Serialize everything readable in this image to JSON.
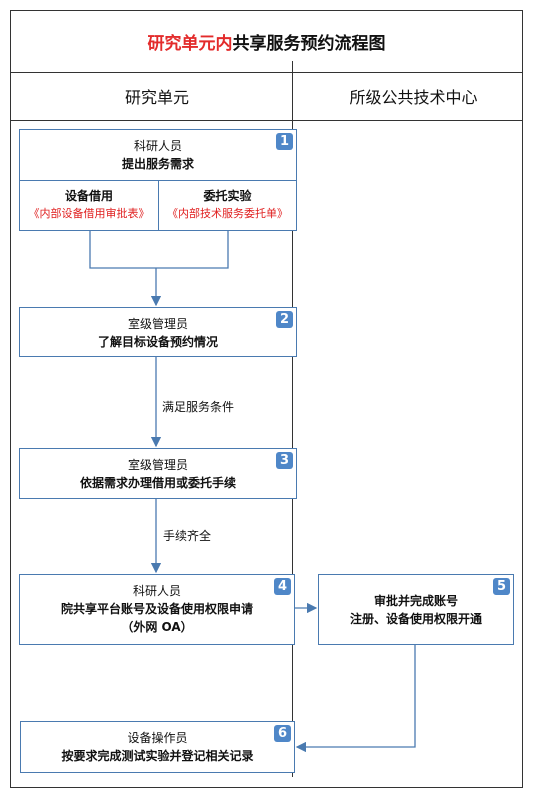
{
  "title": {
    "part1": "研究单元内",
    "part2": "共享服务预约流程图"
  },
  "lanes": {
    "left": "研究单元",
    "right": "所级公共技术中心"
  },
  "steps": [
    {
      "num": "1",
      "role": "科研人员",
      "action": "提出服务需求",
      "options": [
        {
          "name": "设备借用",
          "form": "《内部设备借用审批表》"
        },
        {
          "name": "委托实验",
          "form": "《内部技术服务委托单》"
        }
      ]
    },
    {
      "num": "2",
      "role": "室级管理员",
      "action": "了解目标设备预约情况"
    },
    {
      "num": "3",
      "role": "室级管理员",
      "action": "依据需求办理借用或委托手续"
    },
    {
      "num": "4",
      "role": "科研人员",
      "action": "院共享平台账号及设备使用权限申请",
      "note": "（外网 OA）"
    },
    {
      "num": "5",
      "line1": "审批并完成账号",
      "line2": "注册、设备使用权限开通"
    },
    {
      "num": "6",
      "role": "设备操作员",
      "action": "按要求完成测试实验并登记相关记录"
    }
  ],
  "conditions": {
    "c1": "满足服务条件",
    "c2": "手续齐全"
  },
  "colors": {
    "title_red": "#e32b2b",
    "box_border": "#4a7ab0",
    "badge": "#4f87c8",
    "form_red": "#e02020"
  }
}
